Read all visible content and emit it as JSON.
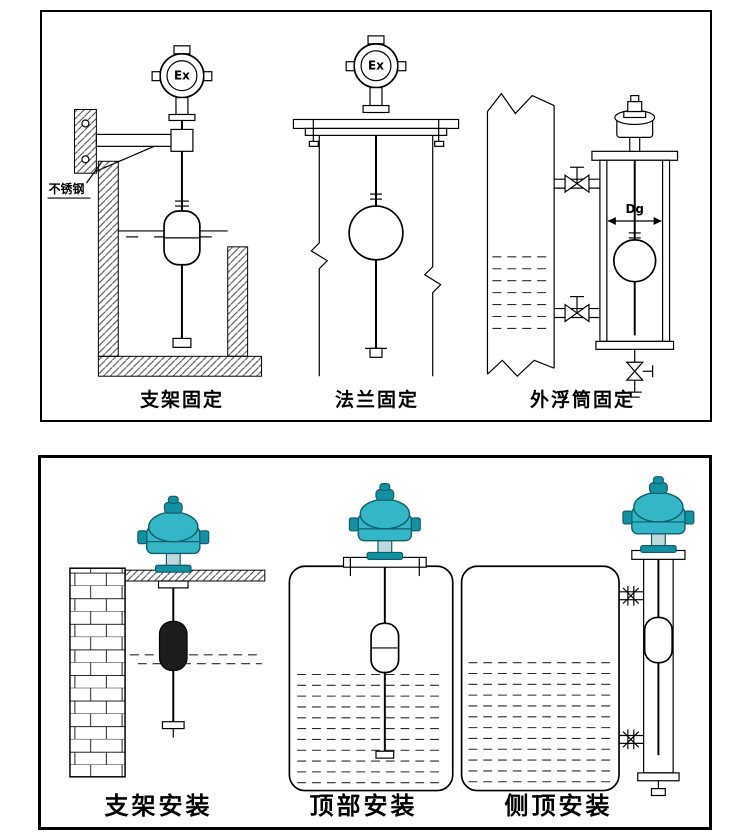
{
  "colors": {
    "line": "#000000",
    "panel_border": "#000000",
    "transmitter_teal": "#35b6c6",
    "transmitter_teal_dark": "#1490a3",
    "transmitter_outline": "#0b5f6e",
    "float_dark": "#1c1c1c"
  },
  "top_panel": {
    "captions": [
      {
        "label": "支架固定"
      },
      {
        "label": "法兰固定"
      },
      {
        "label": "外浮筒固定"
      }
    ],
    "annotations": {
      "stainless_steel_label": "不锈钢",
      "ex_marking_left": "Ex",
      "ex_marking_middle": "Ex",
      "diameter_label": "Dg"
    }
  },
  "bottom_panel": {
    "captions": [
      {
        "label": "支架安装"
      },
      {
        "label": "顶部安装"
      },
      {
        "label": "侧顶安装"
      }
    ]
  }
}
